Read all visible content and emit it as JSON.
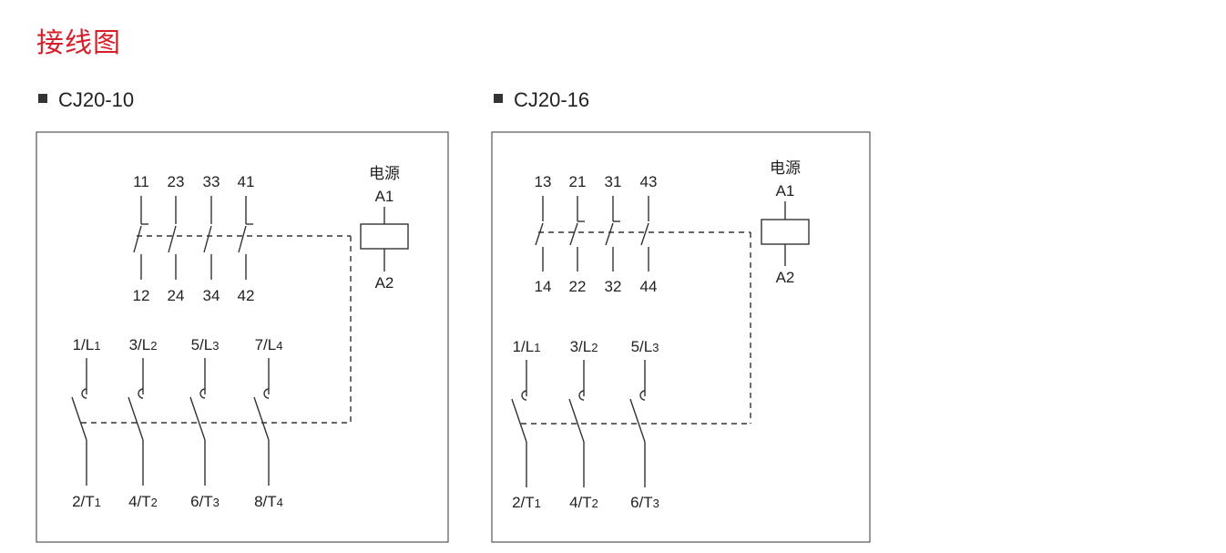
{
  "page_title": "接线图",
  "diagrams": [
    {
      "model": "CJ20-10",
      "power_label": "电源",
      "coil_top": "A1",
      "coil_bottom": "A2",
      "aux_contacts": [
        {
          "top": "11",
          "bottom": "12",
          "type": "NC"
        },
        {
          "top": "23",
          "bottom": "24",
          "type": "NO"
        },
        {
          "top": "33",
          "bottom": "34",
          "type": "NO"
        },
        {
          "top": "41",
          "bottom": "42",
          "type": "NC"
        }
      ],
      "main_contacts": [
        {
          "top_main": "1/L",
          "top_sub": "1",
          "bottom_main": "2/T",
          "bottom_sub": "1"
        },
        {
          "top_main": "3/L",
          "top_sub": "2",
          "bottom_main": "4/T",
          "bottom_sub": "2"
        },
        {
          "top_main": "5/L",
          "top_sub": "3",
          "bottom_main": "6/T",
          "bottom_sub": "3"
        },
        {
          "top_main": "7/L",
          "top_sub": "4",
          "bottom_main": "8/T",
          "bottom_sub": "4"
        }
      ]
    },
    {
      "model": "CJ20-16",
      "power_label": "电源",
      "coil_top": "A1",
      "coil_bottom": "A2",
      "aux_contacts": [
        {
          "top": "13",
          "bottom": "14",
          "type": "NO"
        },
        {
          "top": "21",
          "bottom": "22",
          "type": "NC"
        },
        {
          "top": "31",
          "bottom": "32",
          "type": "NC"
        },
        {
          "top": "43",
          "bottom": "44",
          "type": "NO"
        }
      ],
      "main_contacts": [
        {
          "top_main": "1/L",
          "top_sub": "1",
          "bottom_main": "2/T",
          "bottom_sub": "1"
        },
        {
          "top_main": "3/L",
          "top_sub": "2",
          "bottom_main": "4/T",
          "bottom_sub": "2"
        },
        {
          "top_main": "5/L",
          "top_sub": "3",
          "bottom_main": "6/T",
          "bottom_sub": "3"
        }
      ]
    }
  ],
  "colors": {
    "title": "#d5202a",
    "line": "#333333"
  }
}
